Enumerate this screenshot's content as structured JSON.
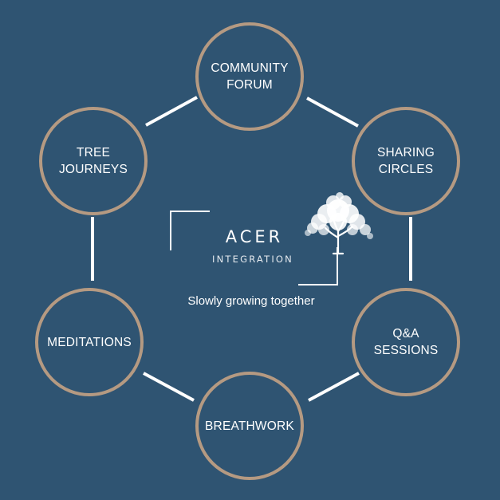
{
  "nodes": {
    "community": "COMMUNITY\nFORUM",
    "sharing": "SHARING\nCIRCLES",
    "qa": "Q&A\nSESSIONS",
    "breathwork": "BREATHWORK",
    "meditations": "MEDITATIONS",
    "tree": "TREE\nJOURNEYS"
  },
  "logo": {
    "name": "ACER",
    "subtitle": "INTEGRATION"
  },
  "tagline": "Slowly growing together",
  "colors": {
    "background": "#2f5472",
    "ring": "#b59a82",
    "text": "#ffffff"
  }
}
